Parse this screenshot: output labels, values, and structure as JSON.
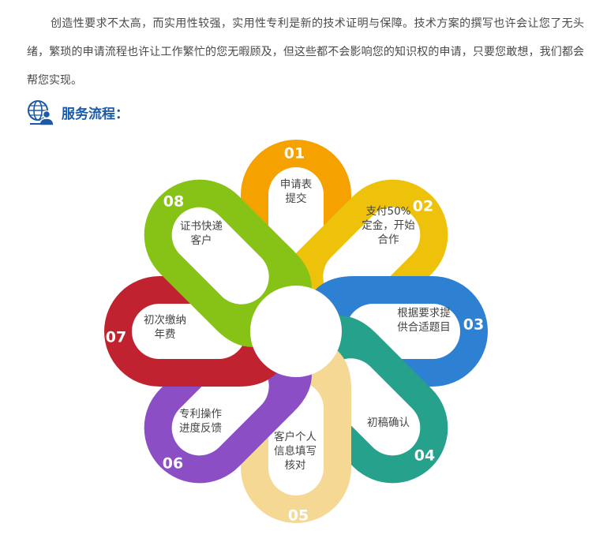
{
  "intro": {
    "text": "创造性要求不太高，而实用性较强，实用性专利是新的技术证明与保障。技术方案的撰写也许会让您了无头绪，繁琐的申请流程也许让工作繁忙的您无暇顾及，但这些都不会影响您的知识权的申请，只要您敢想，我们都会帮您实现。"
  },
  "section": {
    "title": "服务流程：",
    "icon": "globe-user-icon"
  },
  "steps": [
    {
      "number": "01",
      "line1": "申请表",
      "line2": "提交",
      "line3": "",
      "color": "#f5a100"
    },
    {
      "number": "02",
      "line1": "支付50%",
      "line2": "定金，开始",
      "line3": "合作",
      "color": "#eec20a"
    },
    {
      "number": "03",
      "line1": "根据要求提",
      "line2": "供合适题目",
      "line3": "",
      "color": "#2d80d2"
    },
    {
      "number": "04",
      "line1": "初稿确认",
      "line2": "",
      "line3": "",
      "color": "#26a18c"
    },
    {
      "number": "05",
      "line1": "客户个人",
      "line2": "信息填写",
      "line3": "核对",
      "color": "#f4d894"
    },
    {
      "number": "06",
      "line1": "专利操作",
      "line2": "进度反馈",
      "line3": "",
      "color": "#8b4ec4"
    },
    {
      "number": "07",
      "line1": "初次缴纳",
      "line2": "年费",
      "line3": "",
      "color": "#c0232f"
    },
    {
      "number": "08",
      "line1": "证书快递",
      "line2": "客户",
      "line3": "",
      "color": "#86c316"
    }
  ]
}
